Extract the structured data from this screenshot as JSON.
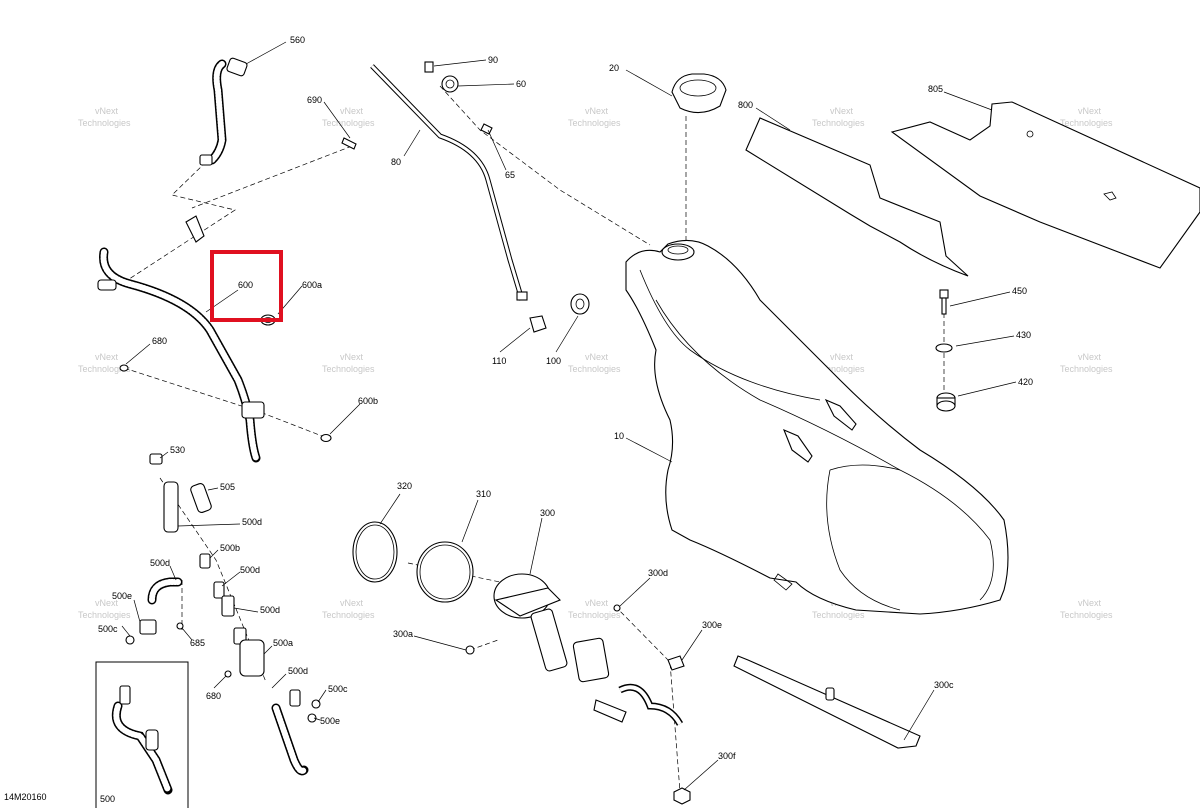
{
  "diagram": {
    "drawing_number": "14M20160",
    "watermark": {
      "line1": "vNext",
      "line2": "Technologies",
      "single": "vNext Technologies"
    },
    "highlight_color": "#e01020",
    "part_labels": {
      "p560": "560",
      "p690": "690",
      "p90": "90",
      "p60": "60",
      "p80": "80",
      "p65": "65",
      "p20": "20",
      "p800": "800",
      "p805": "805",
      "p600": "600",
      "p600a": "600a",
      "p680": "680",
      "p600b": "600b",
      "p110": "110",
      "p100": "100",
      "p450": "450",
      "p430": "430",
      "p420": "420",
      "p10": "10",
      "p530": "530",
      "p505": "505",
      "p500d_1": "500d",
      "p500b": "500b",
      "p500d_2": "500d",
      "p500d_3": "500d",
      "p500d_4": "500d",
      "p500e_1": "500e",
      "p500c_1": "500c",
      "p685": "685",
      "p500a": "500a",
      "p500d_5": "500d",
      "p680_2": "680",
      "p500c_2": "500c",
      "p500e_2": "500e",
      "p320": "320",
      "p310": "310",
      "p300": "300",
      "p300a": "300a",
      "p300d": "300d",
      "p300e": "300e",
      "p300c": "300c",
      "p300f": "300f",
      "p500": "500"
    }
  }
}
